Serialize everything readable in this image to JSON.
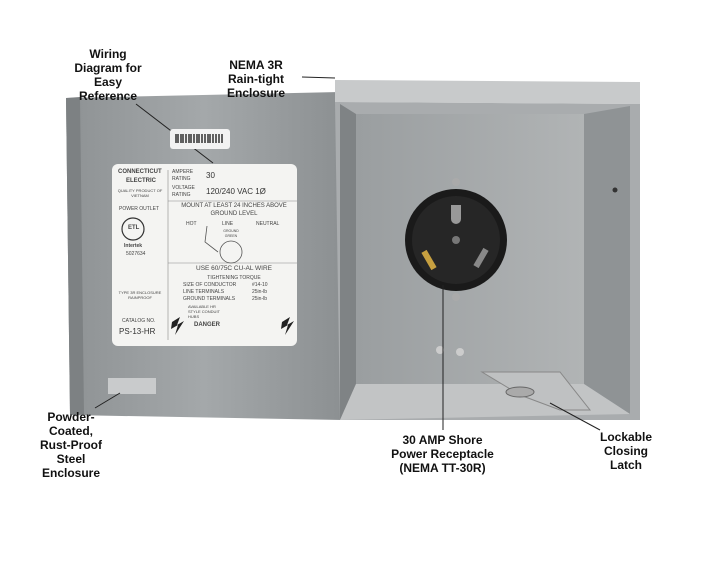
{
  "callouts": {
    "wiring": [
      "Wiring",
      "Diagram for",
      "Easy",
      "Reference"
    ],
    "nema": [
      "NEMA 3R",
      "Rain-tight",
      "Enclosure"
    ],
    "powder": [
      "Powder-",
      "Coated,",
      "Rust-Proof",
      "Steel",
      "Enclosure"
    ],
    "receptacle": [
      "30 AMP Shore",
      "Power Receptacle",
      "(NEMA TT-30R)"
    ],
    "latch": [
      "Lockable",
      "Closing",
      "Latch"
    ]
  },
  "label": {
    "brand1": "CONNECTICUT",
    "brand2": "ELECTRIC",
    "quality": "QUALITY PRODUCT OF VIETNAM",
    "power_outlet": "POWER OUTLET",
    "intertek": "Intertek",
    "intertek_no": "5027634",
    "type": "TYPE 3R ENCLOSURE RAINPROOF",
    "catalog_label": "CATALOG NO.",
    "catalog_no": "PS-13-HR",
    "amperes_label": "AMPERE RATING",
    "amperes": "30",
    "voltage_label": "VOLTAGE RATING",
    "voltage": "120/240 VAC 1Ø",
    "mount": "MOUNT AT LEAST 24 INCHES ABOVE GROUND LEVEL",
    "hot": "HOT",
    "line": "LINE",
    "neutral": "NEUTRAL",
    "ground": "GROUND GREEN",
    "wire": "USE 60/75C CU-AL WIRE",
    "torque": "TIGHTENING TORQUE",
    "torque_rows": [
      [
        "SIZE OF CONDUCTOR",
        "#14-10"
      ],
      [
        "LINE TERMINALS",
        "25in-lb"
      ],
      [
        "GROUND TERMINALS",
        "25in-lb"
      ]
    ],
    "available": "AVAILABLE HR STYLE CONDUIT HUBS",
    "danger": "DANGER"
  }
}
